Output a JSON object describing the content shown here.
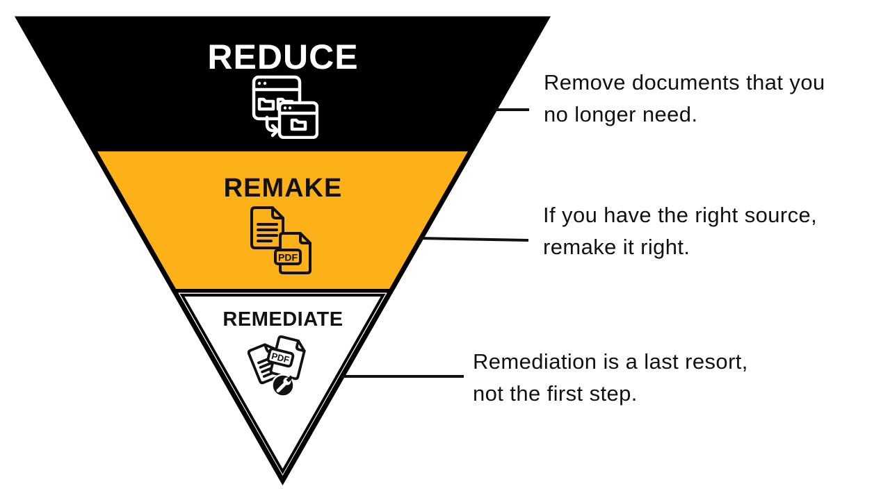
{
  "diagram": {
    "type": "inverted-pyramid-funnel",
    "levels": [
      {
        "label": "REDUCE",
        "icon": "browser-windows-transfer-icon",
        "fill": "#000000",
        "label_color": "#FFFFFF",
        "description_lines": [
          "Remove documents that you",
          "no longer need."
        ]
      },
      {
        "label": "REMAKE",
        "icon": "document-to-pdf-icon",
        "fill": "#FBB117",
        "label_color": "#111111",
        "description_lines": [
          "If you have the right source,",
          "remake it right."
        ]
      },
      {
        "label": "REMEDIATE",
        "icon": "pdf-repair-wrench-icon",
        "fill": "#FFFFFF",
        "label_color": "#111111",
        "description_lines": [
          "Remediation is a last resort,",
          "not the first step."
        ]
      }
    ],
    "icon_text": {
      "pdf_label": "PDF"
    },
    "colors": {
      "outline": "#000000",
      "accent_orange": "#FBB117",
      "connector": "#111111",
      "background": "#FFFFFF"
    }
  }
}
